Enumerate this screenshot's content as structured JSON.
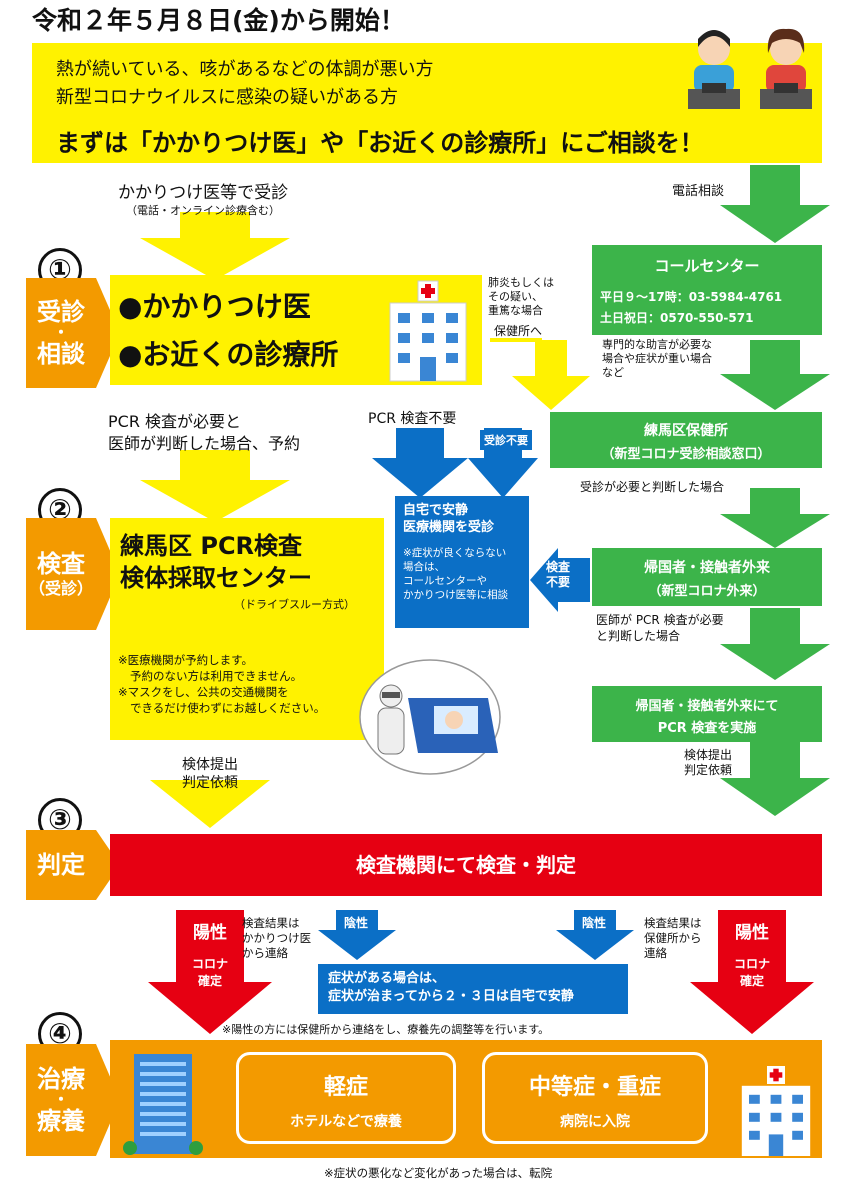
{
  "header": {
    "title": "令和２年５月８日(金)から開始！",
    "symptom_line1": "熱が続いている、咳があるなどの体調が悪い方",
    "symptom_line2": "新型コロナウイルスに感染の疑いがある方",
    "consult_call": "まずは「かかりつけ医」や「お近くの診療所」にご相談を！"
  },
  "left_flow": {
    "clinic_route": "かかりつけ医等で受診",
    "clinic_route_note": "（電話・オンライン診療含む）",
    "pcr_needed_line1": "PCR 検査が必要と",
    "pcr_needed_line2": "医師が判断した場合、予約",
    "pcr_not_needed": "PCR 検査不要",
    "specimen_submit_line1": "検体提出",
    "specimen_submit_line2": "判定依頼"
  },
  "steps": [
    {
      "number": "①",
      "label_top": "受診",
      "label_dot": "・",
      "label_bottom": "相談"
    },
    {
      "number": "②",
      "label_top": "検査",
      "label_bottom": "（受診）"
    },
    {
      "number": "③",
      "label": "判定"
    },
    {
      "number": "④",
      "label_top": "治療",
      "label_dot": "・",
      "label_bottom": "療養"
    }
  ],
  "step1": {
    "doctor_line1": "●かかりつけ医",
    "doctor_line2": "●お近くの診療所"
  },
  "pneumonia_note": {
    "line1": "肺炎もしくは",
    "line2": "その疑い、",
    "line3": "重篤な場合",
    "to_health_center": "保健所へ"
  },
  "right_flow": {
    "phone_consult": "電話相談",
    "call_center_title": "コールセンター",
    "call_center_weekday": "平日９～17時：03-5984-4761",
    "call_center_holiday": "土日祝日：0570-550-571",
    "advice_note_line1": "専門的な助言が必要な",
    "advice_note_line2": "場合や症状が重い場合",
    "advice_note_line3": "など",
    "health_center_line1": "練馬区保健所",
    "health_center_line2": "（新型コロナ受診相談窓口）",
    "no_visit_needed": "受診不要",
    "visit_needed": "受診が必要と判断した場合",
    "outpatient_line1": "帰国者・接触者外来",
    "outpatient_line2": "（新型コロナ外来）",
    "exam_not_needed_line1": "検査",
    "exam_not_needed_line2": "不要",
    "doctor_pcr_line1": "医師が PCR 検査が必要",
    "doctor_pcr_line2": "と判断した場合",
    "outpatient_pcr_line1": "帰国者・接触者外来にて",
    "outpatient_pcr_line2": "PCR 検査を実施",
    "specimen_submit_line1": "検体提出",
    "specimen_submit_line2": "判定依頼"
  },
  "home_rest": {
    "line1": "自宅で安静",
    "line2": "医療機関を受診",
    "note1": "※症状が良くならない",
    "note2": "場合は、",
    "note3": "コールセンターや",
    "note4": "かかりつけ医等に相談"
  },
  "step2": {
    "center_line1": "練馬区 PCR検査",
    "center_line2": "検体採取センター",
    "drive_through": "（ドライブスルー方式）",
    "note1": "※医療機関が予約します。",
    "note2": "予約のない方は利用できません。",
    "note3": "※マスクをし、公共の交通機関を",
    "note4": "できるだけ使わずにお越しください。"
  },
  "step3": {
    "judgement": "検査機関にて検査・判定",
    "positive": "陽性",
    "covid_confirmed_line1": "コロナ",
    "covid_confirmed_line2": "確定",
    "negative": "陰性",
    "result_left_line1": "検査結果は",
    "result_left_line2": "かかりつけ医",
    "result_left_line3": "から連絡",
    "result_right_line1": "検査結果は",
    "result_right_line2": "保健所から",
    "result_right_line3": "連絡",
    "symptom_rest_line1": "症状がある場合は、",
    "symptom_rest_line2": "症状が治まってから２・３日は自宅で安静",
    "positive_note": "※陽性の方には保健所から連絡をし、療養先の調整等を行います。"
  },
  "step4": {
    "mild_title": "軽症",
    "mild_sub": "ホテルなどで療養",
    "severe_title": "中等症・重症",
    "severe_sub": "病院に入院",
    "footer_note": "※症状の悪化など変化があった場合は、転院"
  },
  "colors": {
    "yellow": "#fff200",
    "green": "#3cb44a",
    "blue": "#0b6fc6",
    "red": "#e60012",
    "orange": "#f39a00"
  },
  "icons": [
    "phone-operator-male-icon",
    "phone-operator-female-icon",
    "hospital-building-icon",
    "drive-through-test-icon",
    "hotel-building-icon"
  ]
}
